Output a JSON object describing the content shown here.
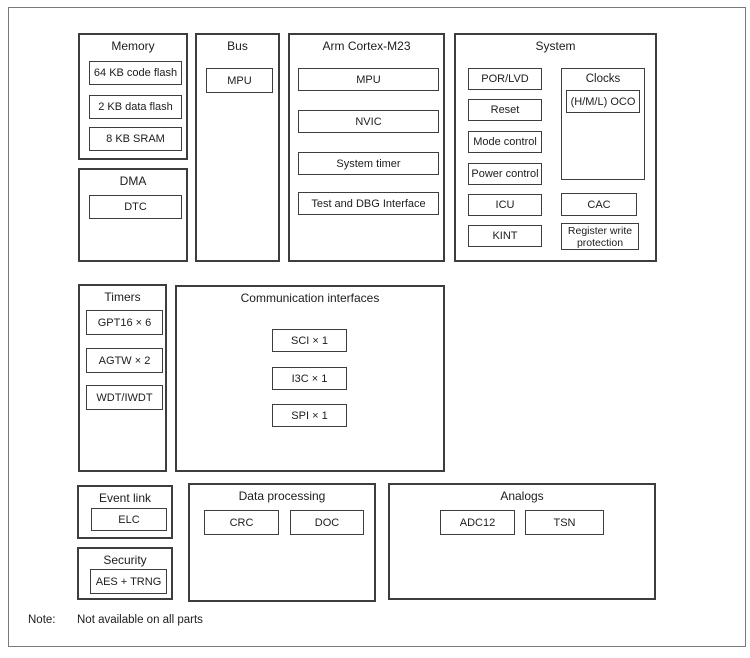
{
  "colors": {
    "background": "#ffffff",
    "block_border": "#3d3d3d",
    "frame_border": "#7a7a7a",
    "text": "#1c1c1c"
  },
  "note": {
    "label": "Note:",
    "text": "Not available on all parts"
  },
  "blocks": {
    "memory": {
      "title": "Memory",
      "items": [
        "64 KB code flash",
        "2 KB data flash",
        "8 KB SRAM"
      ]
    },
    "dma": {
      "title": "DMA",
      "items": [
        "DTC"
      ]
    },
    "bus": {
      "title": "Bus",
      "items": [
        "MPU"
      ]
    },
    "cpu": {
      "title": "Arm Cortex-M23",
      "items": [
        "MPU",
        "NVIC",
        "System timer",
        "Test and DBG Interface"
      ]
    },
    "system": {
      "title": "System",
      "left_items": [
        "POR/LVD",
        "Reset",
        "Mode control",
        "Power control",
        "ICU",
        "KINT"
      ],
      "clocks": {
        "title": "Clocks",
        "items": [
          "(H/M/L) OCO"
        ]
      },
      "right_items": [
        "CAC",
        "Register write protection"
      ]
    },
    "timers": {
      "title": "Timers",
      "items": [
        "GPT16 × 6",
        "AGTW × 2",
        "WDT/IWDT"
      ]
    },
    "comm": {
      "title": "Communication interfaces",
      "items": [
        "SCI × 1",
        "I3C × 1",
        "SPI × 1"
      ]
    },
    "event_link": {
      "title": "Event link",
      "items": [
        "ELC"
      ]
    },
    "security": {
      "title": "Security",
      "items": [
        "AES + TRNG"
      ]
    },
    "data_processing": {
      "title": "Data processing",
      "items": [
        "CRC",
        "DOC"
      ]
    },
    "analogs": {
      "title": "Analogs",
      "items": [
        "ADC12",
        "TSN"
      ]
    }
  }
}
